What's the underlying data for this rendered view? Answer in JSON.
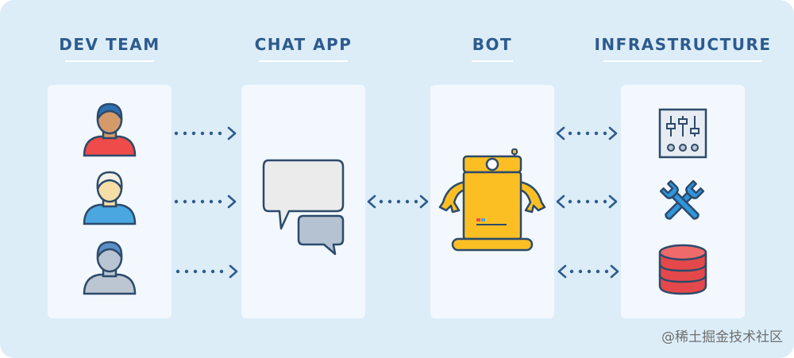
{
  "columns": {
    "dev_team": {
      "title": "DEV TEAM"
    },
    "chat_app": {
      "title": "CHAT APP"
    },
    "bot": {
      "title": "BOT"
    },
    "infrastructure": {
      "title": "INFRASTRUCTURE"
    }
  },
  "icons": {
    "developers": [
      "developer-dark-hair-icon",
      "developer-white-hair-icon",
      "developer-gray-icon"
    ],
    "chat": "chat-bubbles-icon",
    "bot": "robot-icon",
    "infrastructure": [
      "control-panel-icon",
      "tools-icon",
      "database-icon"
    ]
  },
  "colors": {
    "background": "#dcedf8",
    "panel": "#f2f8fd",
    "title": "#2d5b8e",
    "arrow": "#2d5b8e",
    "robot": "#fbbf24",
    "database": "#e4484a",
    "tools": "#2f95dc"
  },
  "watermark": "@稀土掘金技术社区"
}
